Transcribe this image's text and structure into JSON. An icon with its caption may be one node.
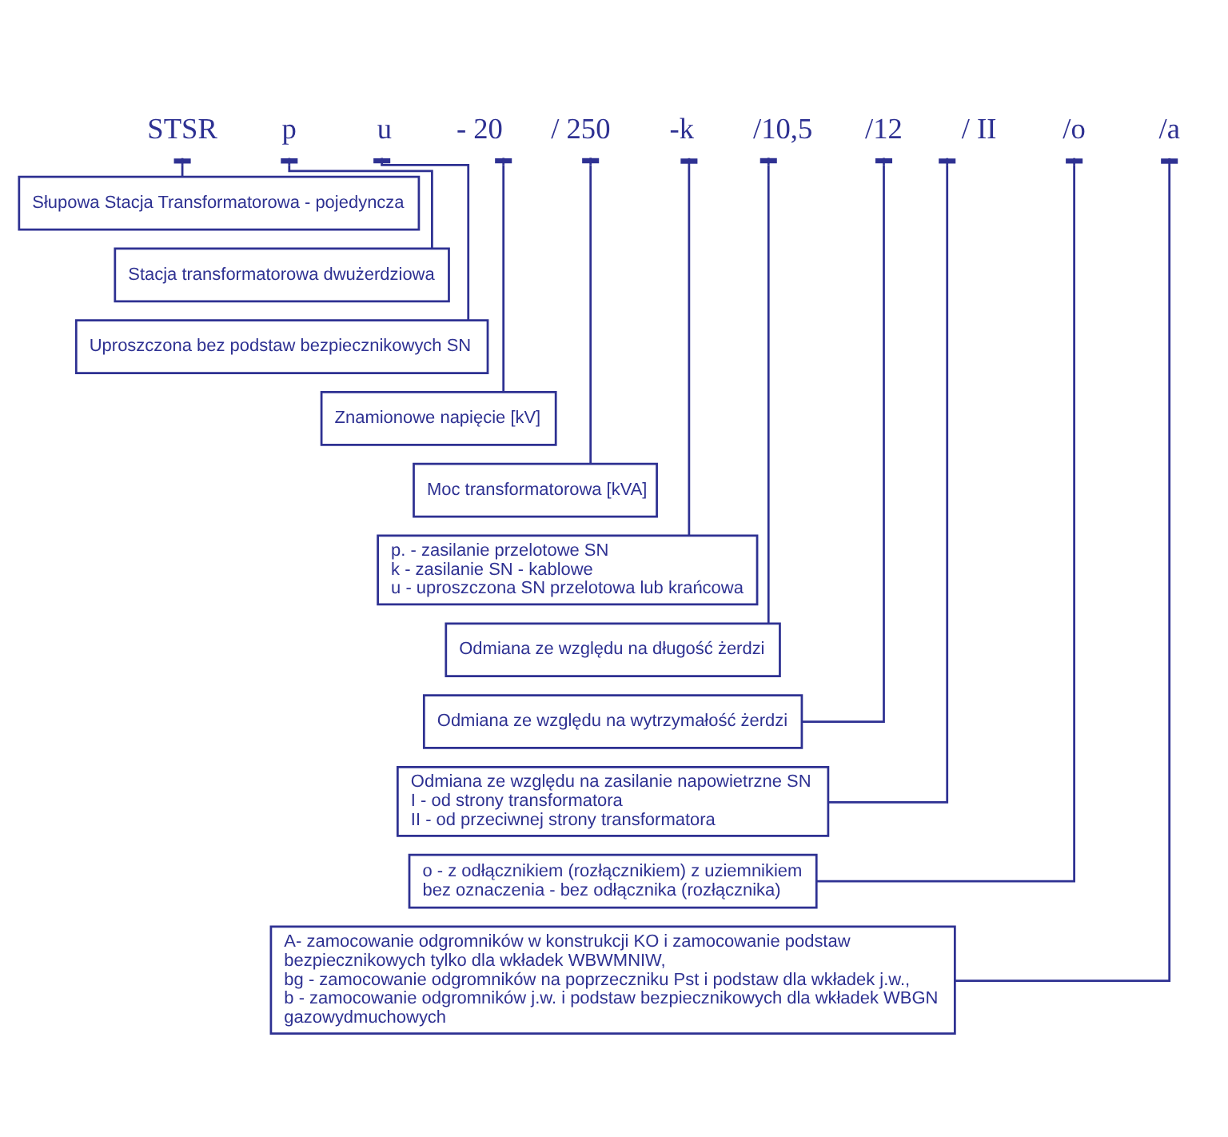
{
  "diagram": {
    "nodes": [
      {
        "text": [
          "STSR"
        ]
      },
      {
        "text": [
          "p"
        ]
      },
      {
        "text": [
          "u"
        ]
      },
      {
        "text": [
          "- 20"
        ]
      },
      {
        "text": [
          "/ 250"
        ]
      },
      {
        "text": [
          "-k"
        ]
      },
      {
        "text": [
          "/10,5"
        ]
      },
      {
        "text": [
          "/12"
        ]
      },
      {
        "text": [
          "/ II"
        ]
      },
      {
        "text": [
          "/o"
        ]
      },
      {
        "text": [
          "/a"
        ]
      },
      {
        "text": [
          "Słupowa Stacja Transformatorowa - pojedyncza"
        ]
      },
      {
        "text": [
          "Stacja transformatorowa dwużerdziowa"
        ]
      },
      {
        "text": [
          "Uproszczona bez podstaw bezpiecznikowych SN"
        ]
      },
      {
        "text": [
          "Znamionowe napięcie [kV]"
        ]
      },
      {
        "text": [
          "Moc transformatorowa [kVA]"
        ]
      },
      {
        "text": [
          "p. - zasilanie przelotowe SN",
          "k - zasilanie SN - kablowe",
          "u - uproszczona SN przelotowa lub krańcowa"
        ]
      },
      {
        "text": [
          "Odmiana ze względu na długość żerdzi"
        ]
      },
      {
        "text": [
          "Odmiana ze względu na wytrzymałość żerdzi"
        ]
      },
      {
        "text": [
          "Odmiana ze względu na zasilanie napowietrzne SN",
          "I - od strony transformatora",
          "II - od przeciwnej strony transformatora"
        ]
      },
      {
        "text": [
          "o - z odłącznikiem (rozłącznikiem) z uziemnikiem",
          "bez oznaczenia - bez odłącznika (rozłącznika)"
        ]
      },
      {
        "text": [
          "A- zamocowanie odgromników w konstrukcji KO i zamocowanie podstaw bezpiecznikowych tylko dla wkładek WBWMNIW,",
          "bg - zamocowanie odgromników na poprzeczniku Pst i podstaw dla wkładek j.w.,",
          "b - zamocowanie odgromników j.w. i podstaw bezpiecznikowych dla wkładek WBGN gazowydmuchowych"
        ]
      }
    ],
    "edges": [
      {
        "from": 0,
        "to": 11,
        "arrow": "other"
      },
      {
        "from": 1,
        "to": 12,
        "arrow": "other"
      },
      {
        "from": 2,
        "to": 13,
        "arrow": "other"
      },
      {
        "from": 3,
        "to": 14,
        "arrow": "other"
      },
      {
        "from": 4,
        "to": 15,
        "arrow": "other"
      },
      {
        "from": 5,
        "to": 16,
        "arrow": "other"
      },
      {
        "from": 6,
        "to": 17,
        "arrow": "other"
      },
      {
        "from": 7,
        "to": 18,
        "arrow": "other"
      },
      {
        "from": 8,
        "to": 19,
        "arrow": "other"
      },
      {
        "from": 9,
        "to": 20,
        "arrow": "other"
      },
      {
        "from": 10,
        "to": 21,
        "arrow": "other"
      }
    ]
  }
}
